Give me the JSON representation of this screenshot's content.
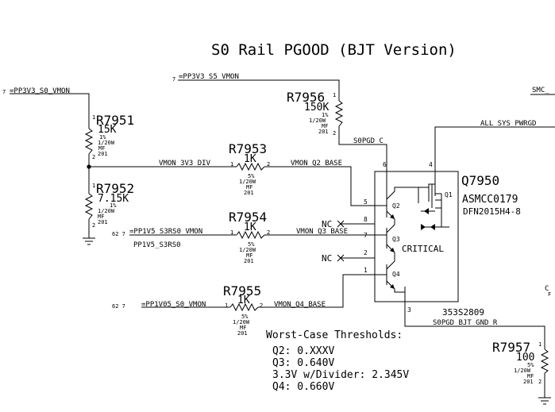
{
  "title": "S0 Rail PGOOD (BJT Version)",
  "nets": {
    "pp3v3_s0_vmon": "=PP3V3_S0_VMON",
    "pp3v3_s5_vmon": "=PP3V3_S5_VMON",
    "smc_partial": "SMC_",
    "s0pgd_c": "S0PGD_C",
    "all_sys_pwrgd": "ALL_SYS_PWRGD",
    "vmon_3v3_div": "VMON_3V3_DIV",
    "vmon_q2_base": "VMON_Q2_BASE",
    "pp1v5_s3rs0_vmon": "=PP1V5_S3RS0_VMON",
    "vmon_q3_base": "VMON_Q3_BASE",
    "pp1v5_s3rs0": "PP1V5_S3RS0",
    "pp1v05_s0_vmon": "=PP1V05_S0_VMON",
    "vmon_q4_base": "VMON_Q4_BASE",
    "s0pgd_bjt_gnd_r": "S0PGD_BJT_GND_R",
    "page_ref_7": "7",
    "page_ref_62_7": "62 7",
    "edge_c": "C",
    "edge_f": "F"
  },
  "resistors": {
    "r7956": {
      "ref": "R7956",
      "value": "150K",
      "tol": "1%",
      "power": "1/20W",
      "type": "MF",
      "size": "201",
      "pin1": "1",
      "pin2": "2"
    },
    "r7951": {
      "ref": "R7951",
      "value": "15K",
      "tol": "1%",
      "power": "1/20W",
      "type": "MF",
      "size": "201",
      "pin1": "1",
      "pin2": "2"
    },
    "r7952": {
      "ref": "R7952",
      "value": "7.15K",
      "tol": "1%",
      "power": "1/20W",
      "type": "MF",
      "size": "201",
      "pin1": "1",
      "pin2": "2"
    },
    "r7953": {
      "ref": "R7953",
      "value": "1K",
      "tol": "5%",
      "power": "1/20W",
      "type": "MF",
      "size": "201",
      "pin1": "1",
      "pin2": "2"
    },
    "r7954": {
      "ref": "R7954",
      "value": "1K",
      "tol": "5%",
      "power": "1/20W",
      "type": "MF",
      "size": "201",
      "pin1": "1",
      "pin2": "2"
    },
    "r7955": {
      "ref": "R7955",
      "value": "1K",
      "tol": "5%",
      "power": "1/20W",
      "type": "MF",
      "size": "201",
      "pin1": "1",
      "pin2": "2"
    },
    "r7957": {
      "ref": "R7957",
      "value": "100",
      "tol": "5%",
      "power": "1/20W",
      "type": "MF",
      "size": "201",
      "pin1": "1",
      "pin2": "2"
    }
  },
  "ic": {
    "ref": "Q7950",
    "part": "ASMCC0179",
    "package": "DFN2015H4-8",
    "critical": "CRITICAL",
    "apn": "353S2809",
    "q1": "Q1",
    "q2": "Q2",
    "q3": "Q3",
    "q4": "Q4",
    "pins": {
      "p1": "1",
      "p2": "2",
      "p3": "3",
      "p4": "4",
      "p5": "5",
      "p6": "6",
      "p7": "7",
      "p8": "8"
    },
    "nc": "NC"
  },
  "thresholds": {
    "heading": "Worst-Case Thresholds:",
    "lines": [
      "Q2: 0.XXXV",
      "Q3: 0.640V",
      "3.3V w/Divider: 2.345V",
      "Q4: 0.660V"
    ]
  }
}
